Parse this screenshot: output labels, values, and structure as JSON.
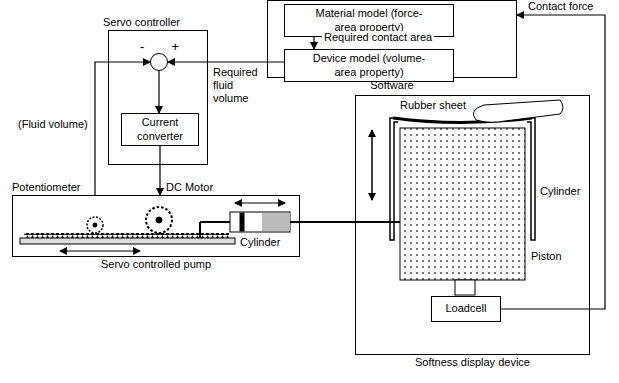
{
  "diagram": {
    "nodes": [
      {
        "text": [
          "Software"
        ]
      },
      {
        "text": [
          "Material model (force-area property)"
        ],
        "in": 0
      },
      {
        "text": [
          "Device model (volume-area property)"
        ],
        "in": 0
      },
      {
        "text": [
          "Servo controller"
        ]
      },
      {
        "text": [
          "-",
          "+"
        ],
        "in": 3
      },
      {
        "text": [
          "Current converter"
        ],
        "in": 3
      },
      {
        "text": [
          "Servo controlled pump"
        ]
      },
      {
        "text": [
          "Softness display device"
        ]
      },
      {
        "text": [
          "Loadcell"
        ],
        "in": 7
      }
    ],
    "edges": [
      {
        "from": 1,
        "to": 2,
        "label": "Required contact area",
        "arrow": "to"
      },
      {
        "from": 2,
        "to": 4,
        "label": "Required fluid volume",
        "arrow": "to"
      },
      {
        "from": 4,
        "to": 5,
        "arrow": "to"
      },
      {
        "from": 5,
        "to": 6,
        "arrow": "to"
      },
      {
        "from": 6,
        "to": 4,
        "label": "(Fluid volume)",
        "arrow": "to"
      },
      {
        "from": 6,
        "to": 7,
        "arrow": "none"
      },
      {
        "from": 8,
        "to": 0,
        "label": "Contact force",
        "arrow": "to"
      }
    ],
    "labels": [
      "Potentiometer",
      "DC Motor",
      "Cylinder",
      "Rubber sheet",
      "Cylinder",
      "Piston"
    ]
  }
}
